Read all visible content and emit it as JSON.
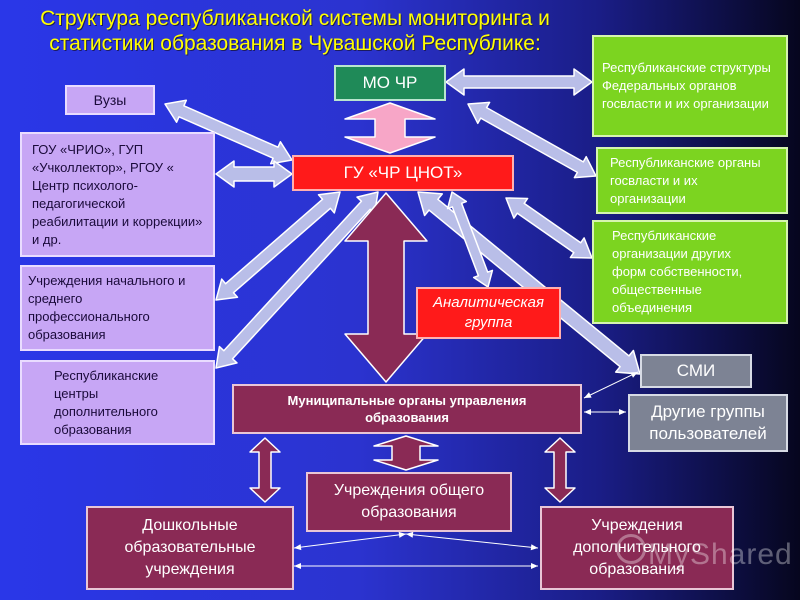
{
  "title": "Структура республиканской системы мониторинга и статистики образования в Чувашской Республике:",
  "nodes": {
    "mo_chr": "МО ЧР",
    "gu_chr_cnot": "ГУ «ЧР ЦНОТ»",
    "vuzy": "Вузы",
    "gou": "ГОУ «ЧРИО», ГУП «Учколлектор», РГОУ « Центр психолого-педагогической реабилитации и коррекции» и др.",
    "uchrezhdeniya_nachalnogo": "Учреждения начального и среднего профессионального образования",
    "resp_centry": "Республиканские центры дополнительного образования",
    "resp_struktury_federal": "Республиканские структуры Федеральных органов госвласти и их организации",
    "resp_organy": "Республиканские органы госвласти и их организации",
    "resp_organizacii_drugih": "Республиканские организации других форм собственности, общественные объединения",
    "analiticheskaya": "Аналитическая группа",
    "smi": "СМИ",
    "drugie_gruppy": "Другие группы пользователей",
    "municipalnye": "Муниципальные органы управления образования",
    "obshchego": "Учреждения общего образования",
    "doshkolnye": "Дошкольные образовательные учреждения",
    "dopolnitelnogo": "Учреждения дополнительного образования"
  },
  "watermark": "MyShared",
  "colors": {
    "background_left": "#2a37e8",
    "background_right": "#06061e",
    "title": "#ffff00",
    "lavender": "#c7a6f5",
    "green": "#7cd420",
    "red": "#ff1a1a",
    "maroon": "#8a2a55",
    "grey": "#7d8394",
    "teal": "#1f8a58",
    "arrow_fill": "#b9bee8",
    "arrow_stroke": "#ffffff",
    "pink_arrow": "#f7a6c7"
  }
}
